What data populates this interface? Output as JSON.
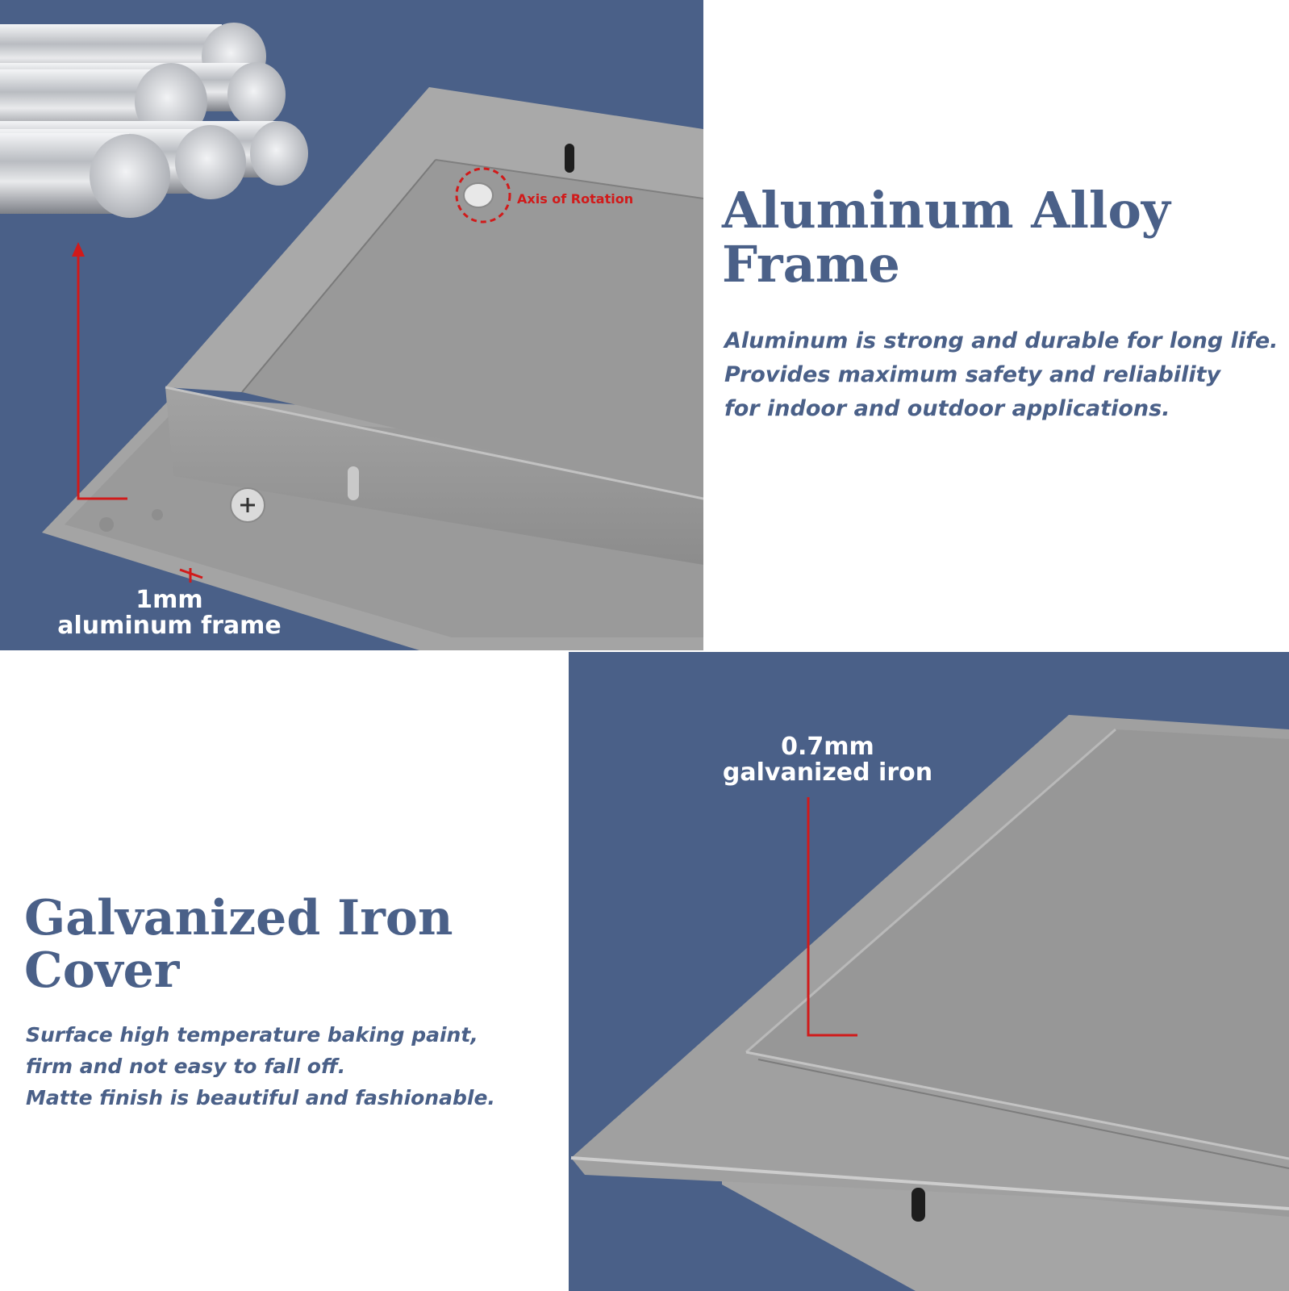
{
  "colors": {
    "panel_blue": "#4a6088",
    "heading_blue": "#4a6088",
    "metal_gray": "#9a9a9a",
    "annotation_red": "#d11a1a",
    "background": "#ffffff"
  },
  "aluminum_section": {
    "heading_lines": [
      "Aluminum Alloy",
      "Frame"
    ],
    "description_lines": [
      "Aluminum is strong and durable for long life.",
      "Provides maximum safety and reliability",
      "for indoor and outdoor applications."
    ],
    "callout_axis": "Axis of Rotation",
    "callout_thickness_lines": [
      "1mm",
      "aluminum frame"
    ],
    "icons": [
      "aluminum-rods-image",
      "hinge-pin-icon",
      "screw-icon",
      "up-arrow-icon"
    ]
  },
  "iron_section": {
    "heading_lines": [
      "Galvanized Iron",
      "Cover"
    ],
    "description_lines": [
      "Surface high temperature baking paint,",
      "firm and not easy to fall off.",
      "Matte finish is beautiful and fashionable."
    ],
    "callout_thickness_lines": [
      "0.7mm",
      "galvanized iron"
    ],
    "icons": [
      "iron-cover-image",
      "latch-slot-icon"
    ]
  }
}
